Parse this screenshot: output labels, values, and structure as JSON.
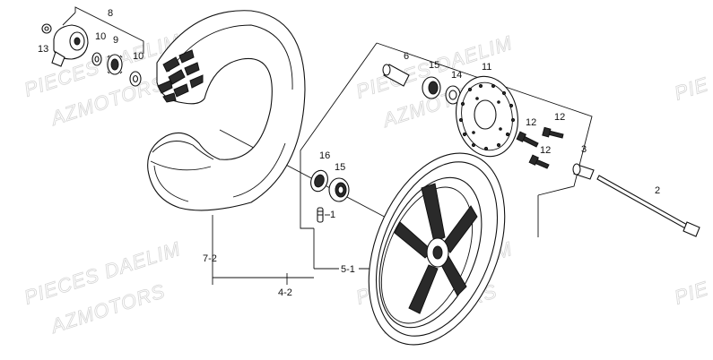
{
  "watermarks": {
    "line1": "PIECES DAELIM",
    "line2": "AZMOTORS",
    "partial": "PIE"
  },
  "callouts": {
    "c1": "1",
    "c2": "2",
    "c3": "3",
    "c6": "6",
    "c8": "8",
    "c9": "9",
    "c10a": "10",
    "c10b": "10",
    "c11": "11",
    "c12a": "12",
    "c12b": "12",
    "c12c": "12",
    "c13": "13",
    "c14": "14",
    "c15a": "15",
    "c15b": "15",
    "c16": "16",
    "c4_2": "4-2",
    "c5_1": "5-1",
    "c7_2": "7-2"
  },
  "colors": {
    "line": "#111111",
    "watermark": "#d6d6d6",
    "background": "#ffffff"
  }
}
